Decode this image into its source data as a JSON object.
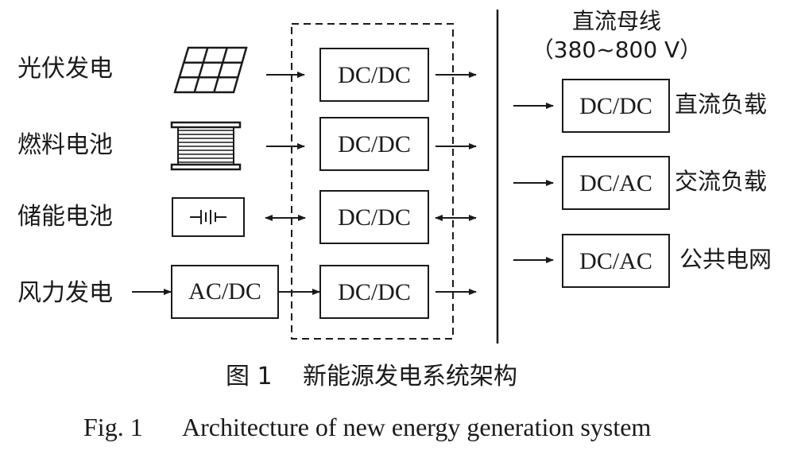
{
  "sources": [
    {
      "label": "光伏发电",
      "icon": "solar-panel-icon"
    },
    {
      "label": "燃料电池",
      "icon": "fuel-cell-icon"
    },
    {
      "label": "储能电池",
      "icon": "battery-icon"
    },
    {
      "label": "风力发电",
      "converter": "AC/DC"
    }
  ],
  "converters": [
    "DC/DC",
    "DC/DC",
    "DC/DC",
    "DC/DC"
  ],
  "bus": {
    "title": "直流母线",
    "voltage": "（380~800 V）"
  },
  "loads": [
    {
      "converter": "DC/DC",
      "label": "直流负载"
    },
    {
      "converter": "DC/AC",
      "label": "交流负载"
    },
    {
      "converter": "DC/AC",
      "label": "公共电网"
    }
  ],
  "caption": {
    "cn_number": "图 1",
    "cn_title": "新能源发电系统架构",
    "en_number": "Fig. 1",
    "en_title": "Architecture of new energy generation system"
  }
}
